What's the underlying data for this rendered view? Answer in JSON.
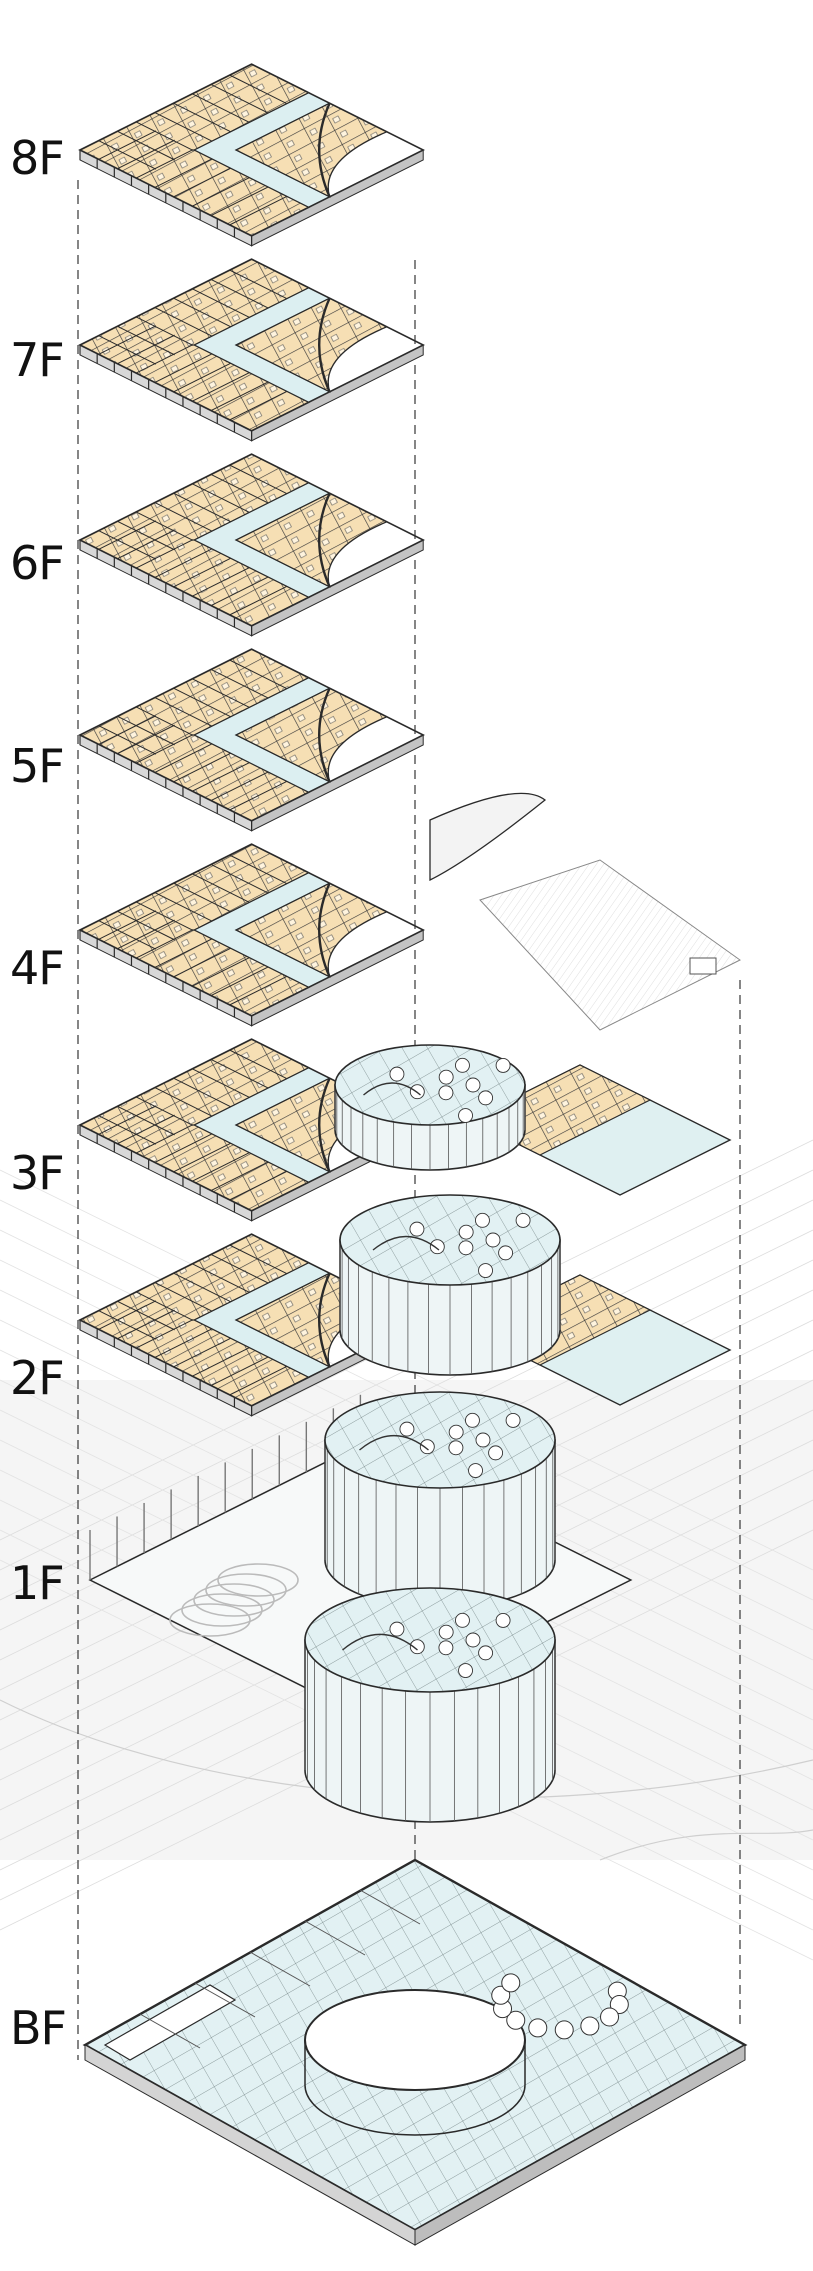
{
  "floors": [
    {
      "label": "8F",
      "kind": "office"
    },
    {
      "label": "7F",
      "kind": "office"
    },
    {
      "label": "6F",
      "kind": "office"
    },
    {
      "label": "5F",
      "kind": "office"
    },
    {
      "label": "4F",
      "kind": "office"
    },
    {
      "label": "3F",
      "kind": "office"
    },
    {
      "label": "2F",
      "kind": "office"
    },
    {
      "label": "1F",
      "kind": "ground"
    },
    {
      "label": "BF",
      "kind": "basement"
    }
  ],
  "colors": {
    "office_fill": "#f6dfb4",
    "glass_fill": "#dceff1",
    "line": "#2a2a2a",
    "light_line": "#b5b5b5",
    "ground": "#eeeeee",
    "label": "#111111"
  }
}
